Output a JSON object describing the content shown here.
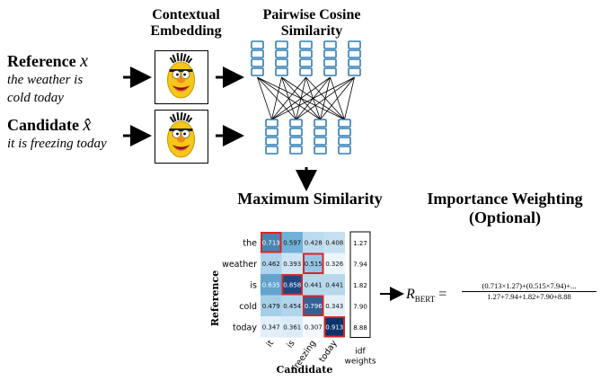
{
  "headings": {
    "contextual_embedding": [
      "Contextual",
      "Embedding"
    ],
    "pairwise_cosine": [
      "Pairwise Cosine",
      "Similarity"
    ],
    "maximum_similarity": "Maximum Similarity",
    "importance_weighting": [
      "Importance Weighting",
      "(Optional)"
    ]
  },
  "reference": {
    "label": "Reference",
    "symbol": "x",
    "sentence": [
      "the weather is",
      "cold today"
    ]
  },
  "candidate": {
    "label": "Candidate",
    "symbol": "x̂",
    "sentence": "it is freezing today"
  },
  "formula": {
    "lhs": "R",
    "subscript": "BERT",
    "numerator": "(0.713×1.27)+(0.515×7.94)+...",
    "denominator": "1.27+7.94+1.82+7.90+8.88"
  },
  "chart_data": {
    "type": "heatmap",
    "ylabel": "Reference",
    "xlabel": "Candidate",
    "rows": [
      "the",
      "weather",
      "is",
      "cold",
      "today"
    ],
    "cols": [
      "it",
      "is",
      "freezing",
      "today"
    ],
    "values": [
      [
        0.713,
        0.597,
        0.428,
        0.408
      ],
      [
        0.462,
        0.393,
        0.515,
        0.326
      ],
      [
        0.635,
        0.858,
        0.441,
        0.441
      ],
      [
        0.479,
        0.454,
        0.796,
        0.343
      ],
      [
        0.347,
        0.361,
        0.307,
        0.913
      ]
    ],
    "highlighted": [
      [
        0,
        0
      ],
      [
        1,
        2
      ],
      [
        2,
        1
      ],
      [
        3,
        2
      ],
      [
        4,
        3
      ]
    ],
    "idf_label": [
      "idf",
      "weights"
    ],
    "idf_weights": [
      "1.27",
      "7.94",
      "1.82",
      "7.90",
      "8.88"
    ],
    "colormap": [
      "#f7fbff",
      "#08306b"
    ],
    "highlight_color": "#d62728"
  },
  "colors": {
    "embedding_stroke": "#2f7fb5",
    "arrow": "#000000"
  }
}
